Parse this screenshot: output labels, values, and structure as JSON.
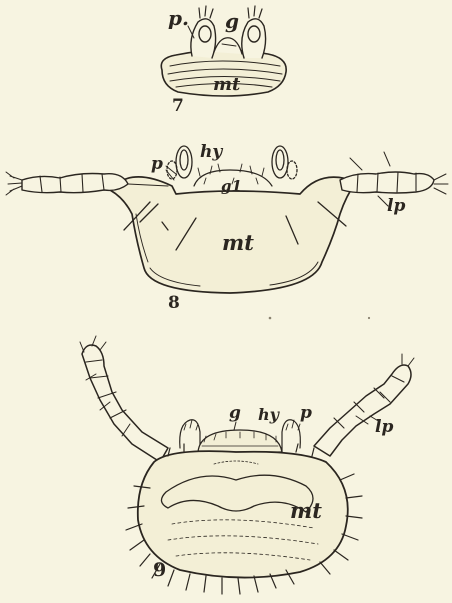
{
  "figures": [
    {
      "number": "7",
      "labels": {
        "p": "p.",
        "g": "g",
        "mt": "mt"
      }
    },
    {
      "number": "8",
      "labels": {
        "hy": "hy",
        "p": "p",
        "g1": "g1",
        "lp": "lp",
        "mt": "mt"
      }
    },
    {
      "number": "9",
      "labels": {
        "g": "g",
        "hy": "hy",
        "p": "p",
        "lp": "lp",
        "mt": "mt"
      }
    }
  ],
  "colors": {
    "paper": "#f7f4e1",
    "ink": "#2b2620"
  }
}
